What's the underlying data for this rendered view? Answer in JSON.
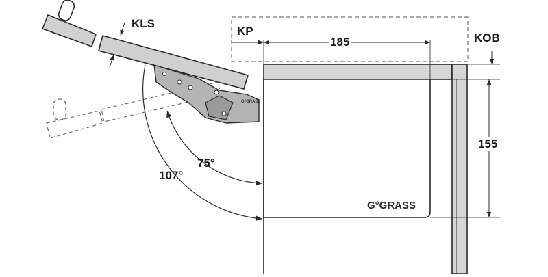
{
  "labels": {
    "kls": "KLS",
    "kp": "KP",
    "kob": "KOB",
    "dim_width": "185",
    "dim_height": "155",
    "angle_small": "75°",
    "angle_large": "107°"
  },
  "brand": {
    "front_logo": "GRASS",
    "mechanism_logo": "GRASS"
  },
  "colors": {
    "line": "#2a2a2a",
    "panel_fill": "#d6d6d6",
    "flap_fill": "#d0d0d0",
    "mechanism_fill": "#9a9a9a"
  }
}
